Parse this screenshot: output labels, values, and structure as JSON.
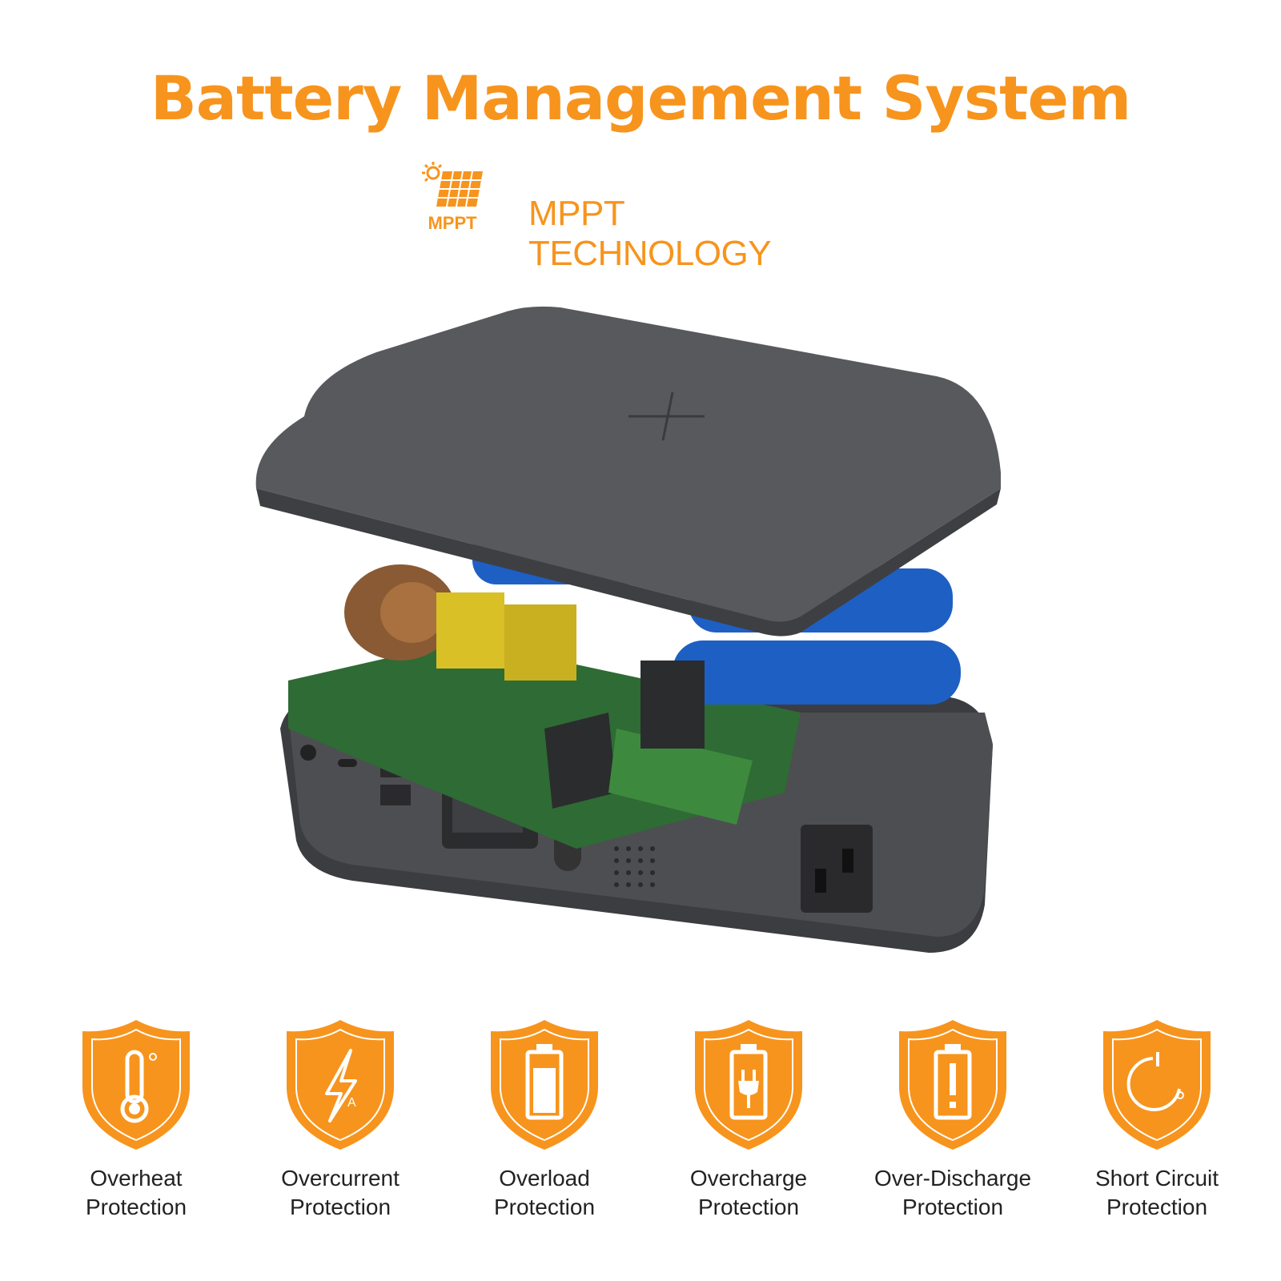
{
  "header": {
    "title": "Battery Management System",
    "mppt_badge": "MPPT",
    "mppt_text": "MPPT TECHNOLOGY"
  },
  "colors": {
    "accent": "#f7941d",
    "text": "#222222",
    "device": "#4a4b4e"
  },
  "features": [
    {
      "line1": "Overheat",
      "line2": "Protection",
      "icon": "thermometer-icon"
    },
    {
      "line1": "Overcurrent",
      "line2": "Protection",
      "icon": "lightning-current-icon"
    },
    {
      "line1": "Overload",
      "line2": "Protection",
      "icon": "battery-full-icon"
    },
    {
      "line1": "Overcharge",
      "line2": "Protection",
      "icon": "battery-plug-icon"
    },
    {
      "line1": "Over-Discharge",
      "line2": "Protection",
      "icon": "battery-alert-icon"
    },
    {
      "line1": "Short Circuit",
      "line2": "Protection",
      "icon": "power-cycle-icon"
    }
  ]
}
